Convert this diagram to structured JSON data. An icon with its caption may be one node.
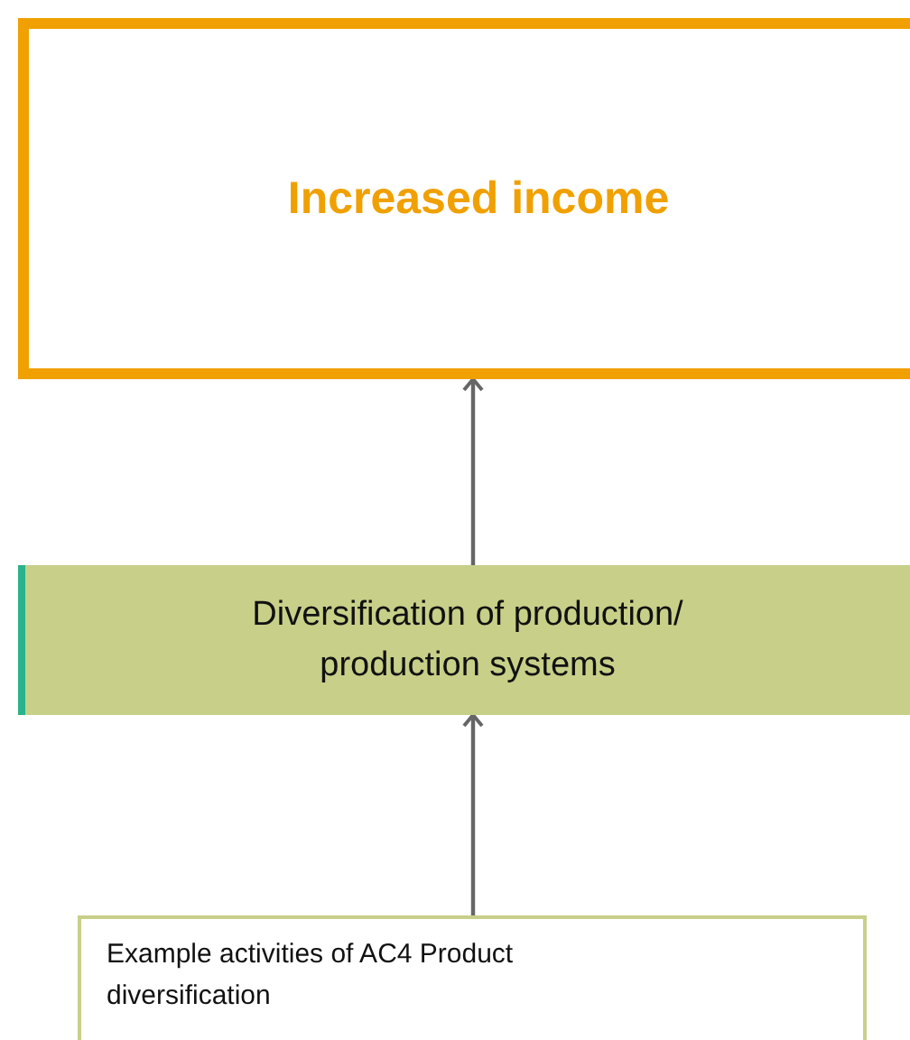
{
  "diagram": {
    "nodes": [
      {
        "text": [
          "Increased income"
        ]
      },
      {
        "text": [
          "Diversification of production/ production systems"
        ]
      },
      {
        "text": [
          "Example activities of AC4 Product diversification"
        ]
      }
    ],
    "edges": [
      {
        "from": 2,
        "to": 1,
        "arrow": "to"
      },
      {
        "from": 1,
        "to": 0,
        "arrow": "to"
      }
    ]
  }
}
